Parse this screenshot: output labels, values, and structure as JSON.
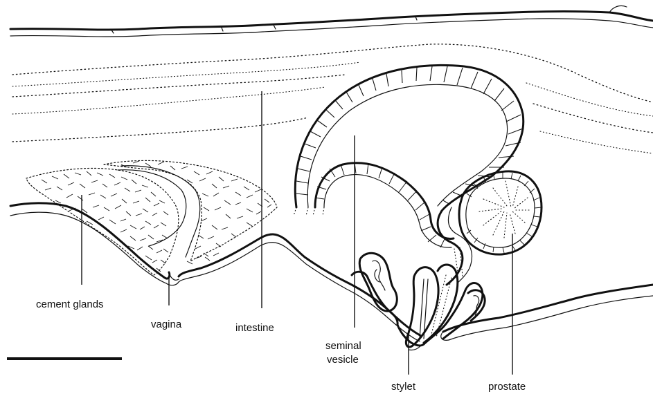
{
  "diagram": {
    "labels": {
      "cement_glands": "cement glands",
      "vagina": "vagina",
      "intestine": "intestine",
      "seminal_vesicle_line1": "seminal",
      "seminal_vesicle_line2": "vesicle",
      "stylet": "stylet",
      "prostate": "prostate"
    },
    "ink_color": "#111111",
    "background_color": "#ffffff"
  }
}
